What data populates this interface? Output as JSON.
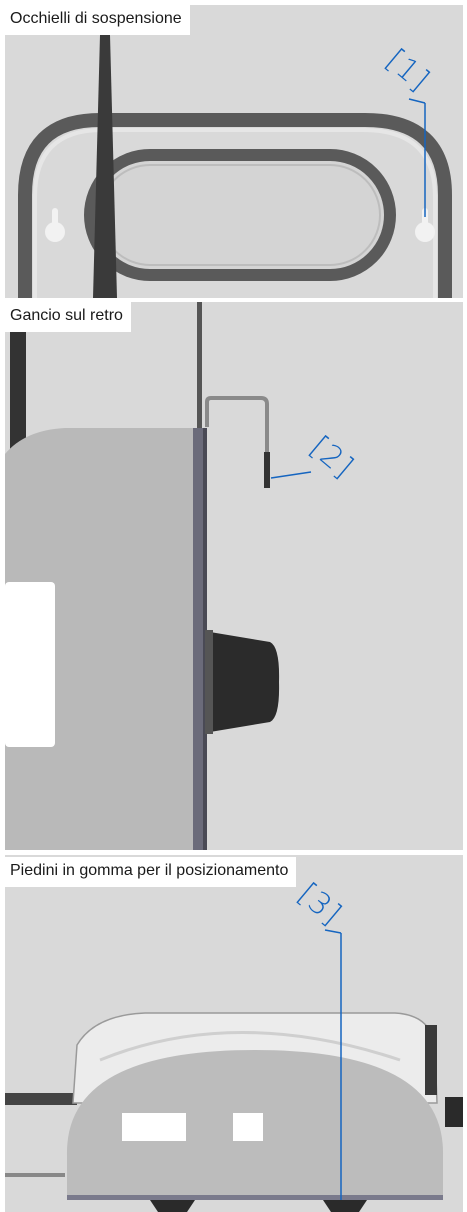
{
  "sections": [
    {
      "caption": "Occhielli di sospensione",
      "callout": "[1]"
    },
    {
      "caption": "Gancio sul retro",
      "callout": "[2]"
    },
    {
      "caption": "Piedini in gomma per il posizionamento",
      "callout": "[3]"
    }
  ],
  "colors": {
    "background": "#d9d9d9",
    "frame": "#5a5a5a",
    "callout": "#1565c0",
    "caption_bg": "#ffffff"
  }
}
